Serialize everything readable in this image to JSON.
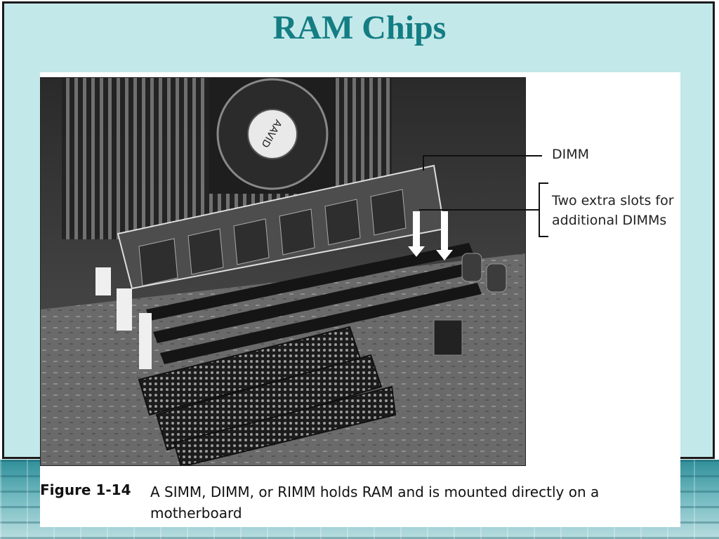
{
  "slide": {
    "title": "RAM Chips"
  },
  "figure": {
    "callouts": {
      "dimm": "DIMM",
      "extra_slots_line1": "Two extra slots for",
      "extra_slots_line2": "additional DIMMs"
    },
    "chip_label": "AAVID",
    "caption_number": "Figure 1-14",
    "caption_text": "A SIMM, DIMM, or RIMM holds RAM and is mounted directly on a motherboard"
  },
  "colors": {
    "title": "#137d83",
    "slide_background": "#c3e8e9"
  }
}
